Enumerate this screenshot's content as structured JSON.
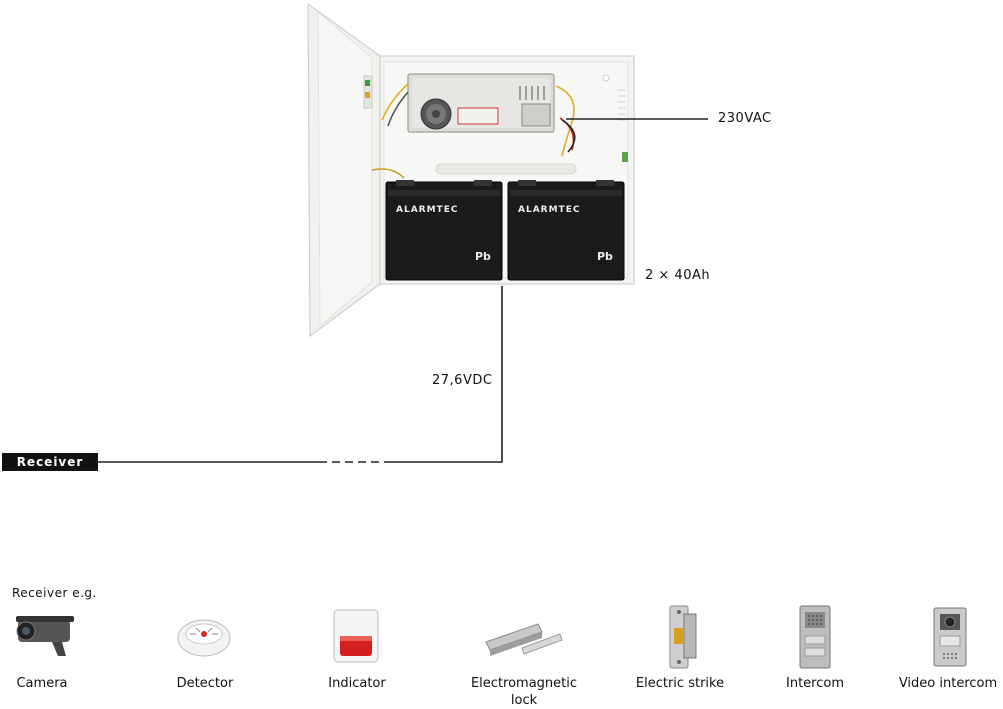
{
  "diagram": {
    "power_label": "230VAC",
    "battery_label": "2 × 40Ah",
    "output_label": "27,6VDC",
    "receiver_tag": "Receiver",
    "battery_brand": "ALARMTEC",
    "battery_pb": "Pb"
  },
  "receivers": {
    "heading": "Receiver e.g.",
    "items": [
      {
        "label": "Camera",
        "icon": "camera-icon"
      },
      {
        "label": "Detector",
        "icon": "detector-icon"
      },
      {
        "label": "Indicator",
        "icon": "siren-icon"
      },
      {
        "label": "Electromagnetic lock",
        "icon": "maglock-icon"
      },
      {
        "label": "Electric strike",
        "icon": "electric-strike-icon"
      },
      {
        "label": "Intercom",
        "icon": "intercom-icon"
      },
      {
        "label": "Video intercom",
        "icon": "video-intercom-icon"
      }
    ]
  },
  "colors": {
    "enclosure": "#f2f2f0",
    "battery": "#1a1a1a",
    "indicator_red": "#d62020",
    "wire": "#222222"
  }
}
